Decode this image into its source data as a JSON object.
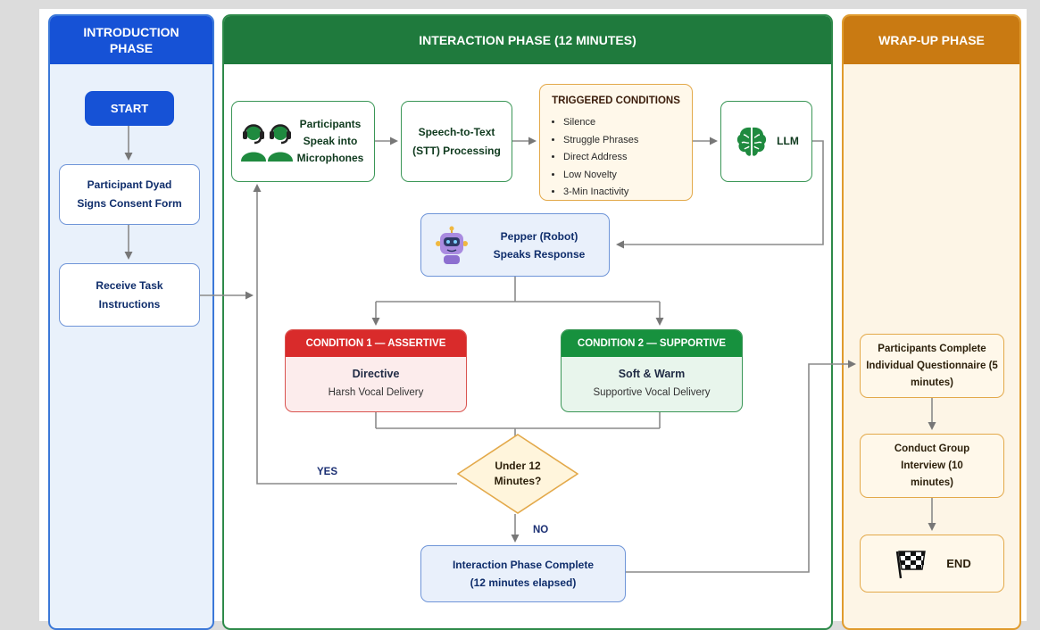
{
  "phases": {
    "introduction": "INTRODUCTION PHASE",
    "interaction": "INTERACTION PHASE (12 MINUTES)",
    "wrapup": "WRAP-UP PHASE"
  },
  "intro": {
    "start": "START",
    "consent": "Participant Dyad Signs Consent Form",
    "instructions": "Receive Task Instructions"
  },
  "interaction": {
    "participants": "Participants Speak into Microphones",
    "stt": "Speech-to-Text (STT) Processing",
    "triggered_title": "TRIGGERED CONDITIONS",
    "triggered_items": [
      "Silence",
      "Struggle Phrases",
      "Direct Address",
      "Low Novelty",
      "3-Min Inactivity"
    ],
    "llm": "LLM",
    "pepper": "Pepper (Robot) Speaks Response",
    "cond1": {
      "header": "CONDITION 1 — ASSERTIVE",
      "title": "Directive",
      "desc": "Harsh Vocal Delivery"
    },
    "cond2": {
      "header": "CONDITION 2 — SUPPORTIVE",
      "title": "Soft & Warm",
      "desc": "Supportive Vocal Delivery"
    },
    "decision": "Under 12 Minutes?",
    "yes": "YES",
    "no": "NO",
    "complete": "Interaction Phase Complete (12 minutes elapsed)"
  },
  "wrapup": {
    "questionnaire": "Participants Complete Individual Questionnaire (5 minutes)",
    "interview": "Conduct Group Interview (10 minutes)",
    "end": "END"
  },
  "colors": {
    "intro_blue": "#1652d6",
    "interaction_green": "#1f7a3d",
    "wrapup_orange": "#c97a12",
    "assertive_red": "#d92b2b",
    "supportive_green": "#17913e"
  },
  "icons": [
    "headset-people-icon",
    "brain-icon",
    "robot-icon",
    "checkered-flag-icon"
  ]
}
